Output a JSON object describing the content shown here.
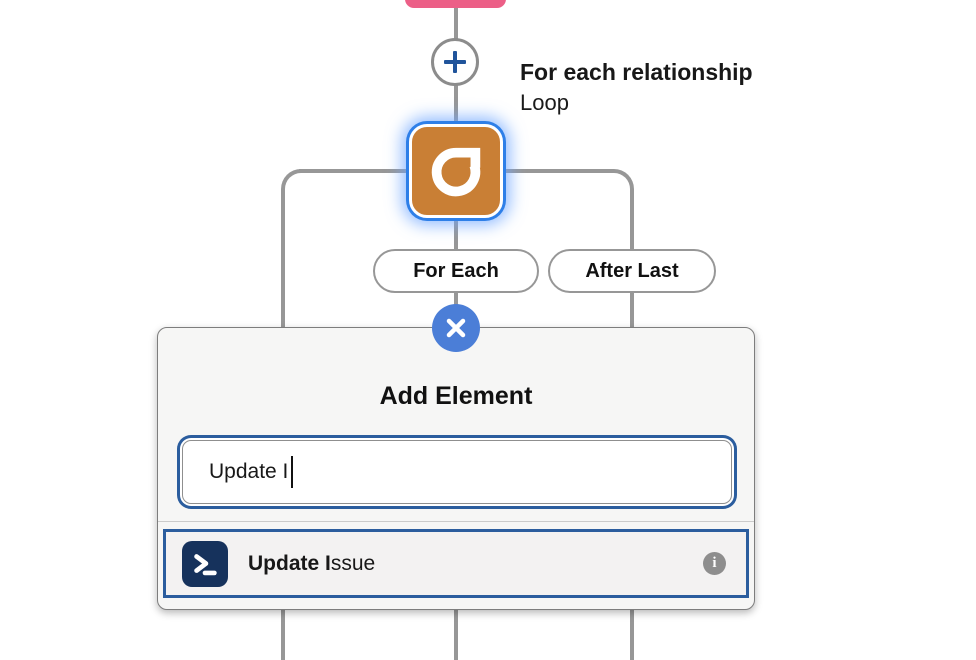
{
  "canvas": {
    "node": {
      "title": "For each relationship",
      "type": "Loop"
    },
    "branches": {
      "for_each": "For Each",
      "after_last": "After Last"
    }
  },
  "popup": {
    "title": "Add Element",
    "search": {
      "value": "Update I"
    },
    "result": {
      "match": "Update I",
      "rest": "ssue"
    }
  },
  "icons": {
    "plus": "plus-icon",
    "loop": "loop-arrow-icon",
    "close": "close-icon",
    "terminal": "terminal-prompt-icon",
    "info": "info-icon"
  },
  "colors": {
    "loop_orange": "#c97f35",
    "selection_blue": "#2e7fe8",
    "close_blue": "#4b7ed7",
    "focus_blue": "#2b5d9e",
    "terminal_navy": "#16325c",
    "connector_gray": "#979797",
    "node_pink": "#ec5f87"
  }
}
